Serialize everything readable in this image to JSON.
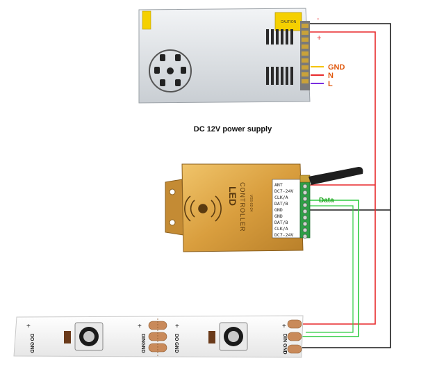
{
  "power_supply": {
    "caption": "DC 12V power supply",
    "warning_text": "CAUTION",
    "terminal_labels": {
      "minus": "-",
      "plus": "+",
      "gnd": "GND",
      "n": "N",
      "l": "L"
    }
  },
  "controller": {
    "title": "LED",
    "subtitle": "CONTROLLER",
    "model": "VSS-02-24",
    "terminal_pins": [
      "ANT",
      "DC7-24V",
      "CLK/A",
      "DAT/B",
      "GND",
      "GND",
      "DAT/B",
      "CLK/A",
      "DC7-24V"
    ],
    "data_label": "Data"
  },
  "led_strip": {
    "pad_labels_left": [
      "+",
      "DO",
      "GND"
    ],
    "pad_labels_right": [
      "+",
      "DIN",
      "GND"
    ]
  },
  "colors": {
    "wire_red": "#e8292b",
    "wire_black": "#1a1a1a",
    "wire_green": "#2ecc40",
    "gnd_yellow": "#f5c400",
    "n_red": "#e8292b",
    "l_purple": "#7a2ee0",
    "label_orange": "#e05a10",
    "data_green": "#1fa51f",
    "controller_gold": "#d9a441"
  }
}
